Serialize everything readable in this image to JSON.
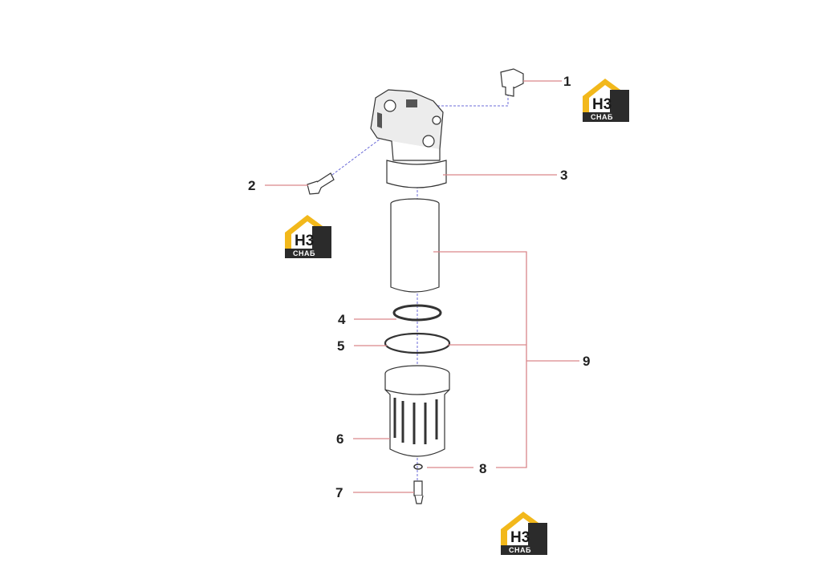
{
  "callouts": {
    "c1": "1",
    "c2": "2",
    "c3": "3",
    "c4": "4",
    "c5": "5",
    "c6": "6",
    "c7": "7",
    "c8": "8",
    "c9": "9"
  },
  "watermark": {
    "top": "H3",
    "bottom": "СНАБ",
    "colors": {
      "roof": "#f2b81b",
      "dark": "#2b2b2b"
    }
  },
  "colors": {
    "leader": "#d9868a",
    "axis": "#6b6bd8"
  }
}
